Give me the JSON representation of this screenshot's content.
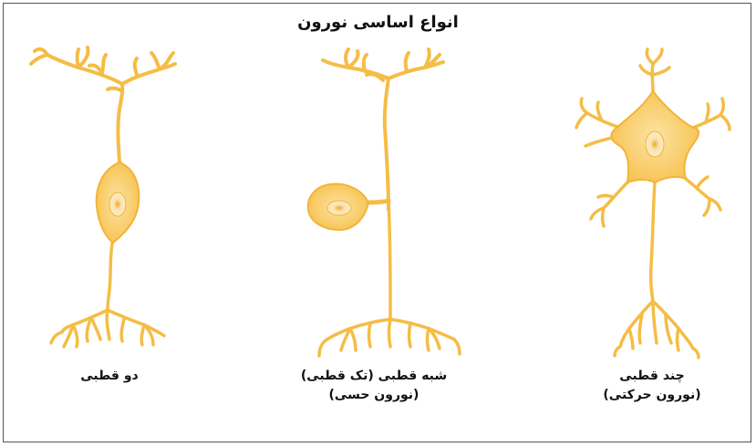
{
  "title": "انواع اساسی نورون",
  "colors": {
    "neuron_fill": "#F9C85C",
    "neuron_stroke": "#F2B43A",
    "cell_body_fill": "#FBD98A",
    "nucleus_fill": "#FCE9B5",
    "nucleolus_fill": "#F5A623",
    "frame": "#555555"
  },
  "neurons": [
    {
      "id": "bipolar",
      "label_line1": "دو قطبی",
      "label_line2": ""
    },
    {
      "id": "pseudo-unipolar",
      "label_line1": "شبه قطبی (تک قطبی)",
      "label_line2": "(نورون حسی)"
    },
    {
      "id": "multipolar",
      "label_line1": "چند قطبی",
      "label_line2": "(نورون حرکتی)"
    }
  ]
}
